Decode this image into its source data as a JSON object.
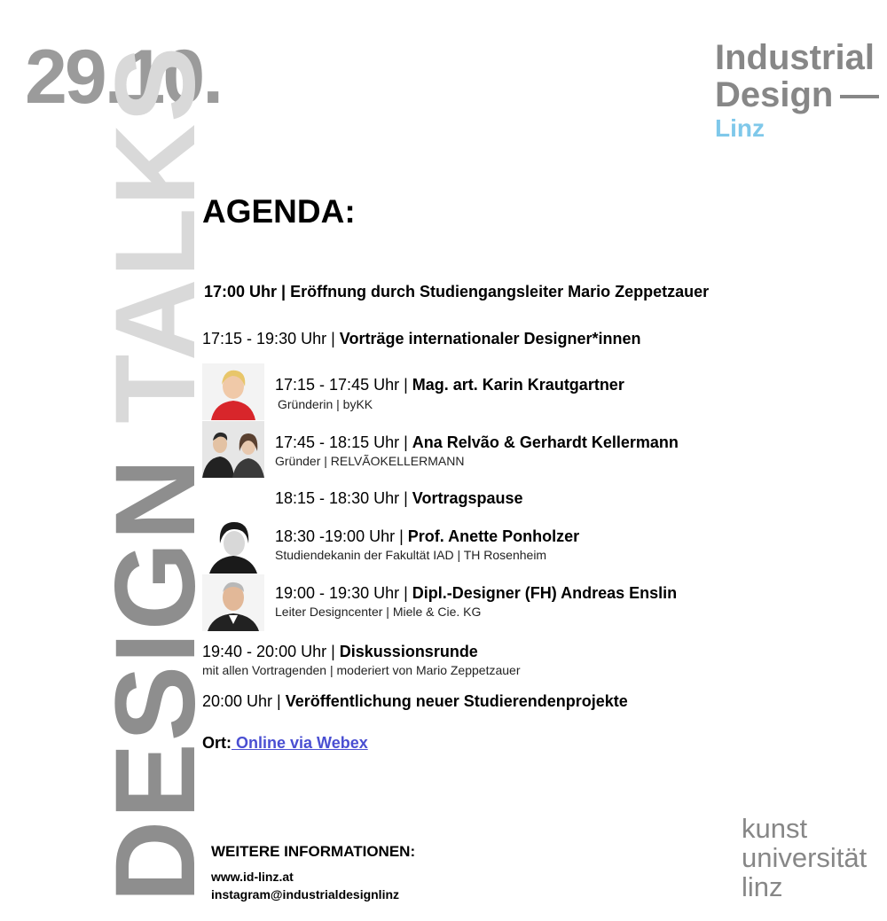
{
  "date": "29.10.",
  "vertical_title": {
    "word1": "DESIGN",
    "word2": "TALKS"
  },
  "logo_top": {
    "line1": "Industrial",
    "line2": "Design",
    "line3": "Linz"
  },
  "heading": "AGENDA:",
  "agenda": {
    "opening": {
      "time": "17:00 Uhr | ",
      "text": "Eröffnung durch Studiengangsleiter Mario Zeppetzauer"
    },
    "talks": {
      "time": "17:15 - 19:30 Uhr | ",
      "text": "Vorträge internationaler Designer*innen"
    },
    "speaker1": {
      "time": "17:15 - 17:45 Uhr | ",
      "name": "Mag. art. Karin Krautgartner",
      "role": "Gründerin | byKK"
    },
    "speaker2": {
      "time": "17:45 - 18:15 Uhr | ",
      "name": "Ana Relvão & Gerhardt Kellermann",
      "role": "Gründer | RELVÃOKELLERMANN"
    },
    "break": {
      "time": "18:15 - 18:30 Uhr | ",
      "text": "Vortragspause"
    },
    "speaker3": {
      "time": "18:30 -19:00 Uhr | ",
      "name": "Prof. Anette Ponholzer",
      "role": "Studiendekanin der Fakultät IAD | TH Rosenheim"
    },
    "speaker4": {
      "time": "19:00 - 19:30 Uhr | ",
      "name": "Dipl.-Designer (FH) Andreas Enslin",
      "role": "Leiter Designcenter | Miele & Cie. KG"
    },
    "discussion": {
      "time": "19:40 - 20:00 Uhr | ",
      "text": "Diskussionsrunde",
      "sub": "mit allen Vortragenden | moderiert von Mario Zeppetzauer"
    },
    "projects": {
      "time": "20:00 Uhr | ",
      "text": "Veröffentlichung neuer Studierendenprojekte"
    },
    "location": {
      "label": "Ort:",
      "link": " Online via Webex"
    }
  },
  "info": {
    "heading": "WEITERE INFORMATIONEN:",
    "website": "www.id-linz.at",
    "instagram": "instagram@industrialdesignlinz"
  },
  "logo_bottom": {
    "line1": "kunst",
    "line2": "universität",
    "line3": "linz"
  },
  "colors": {
    "gray_dark": "#8e8e8e",
    "gray_light": "#d9d9d9",
    "linz_blue": "#7fc8ea",
    "link": "#4a4fd2"
  }
}
